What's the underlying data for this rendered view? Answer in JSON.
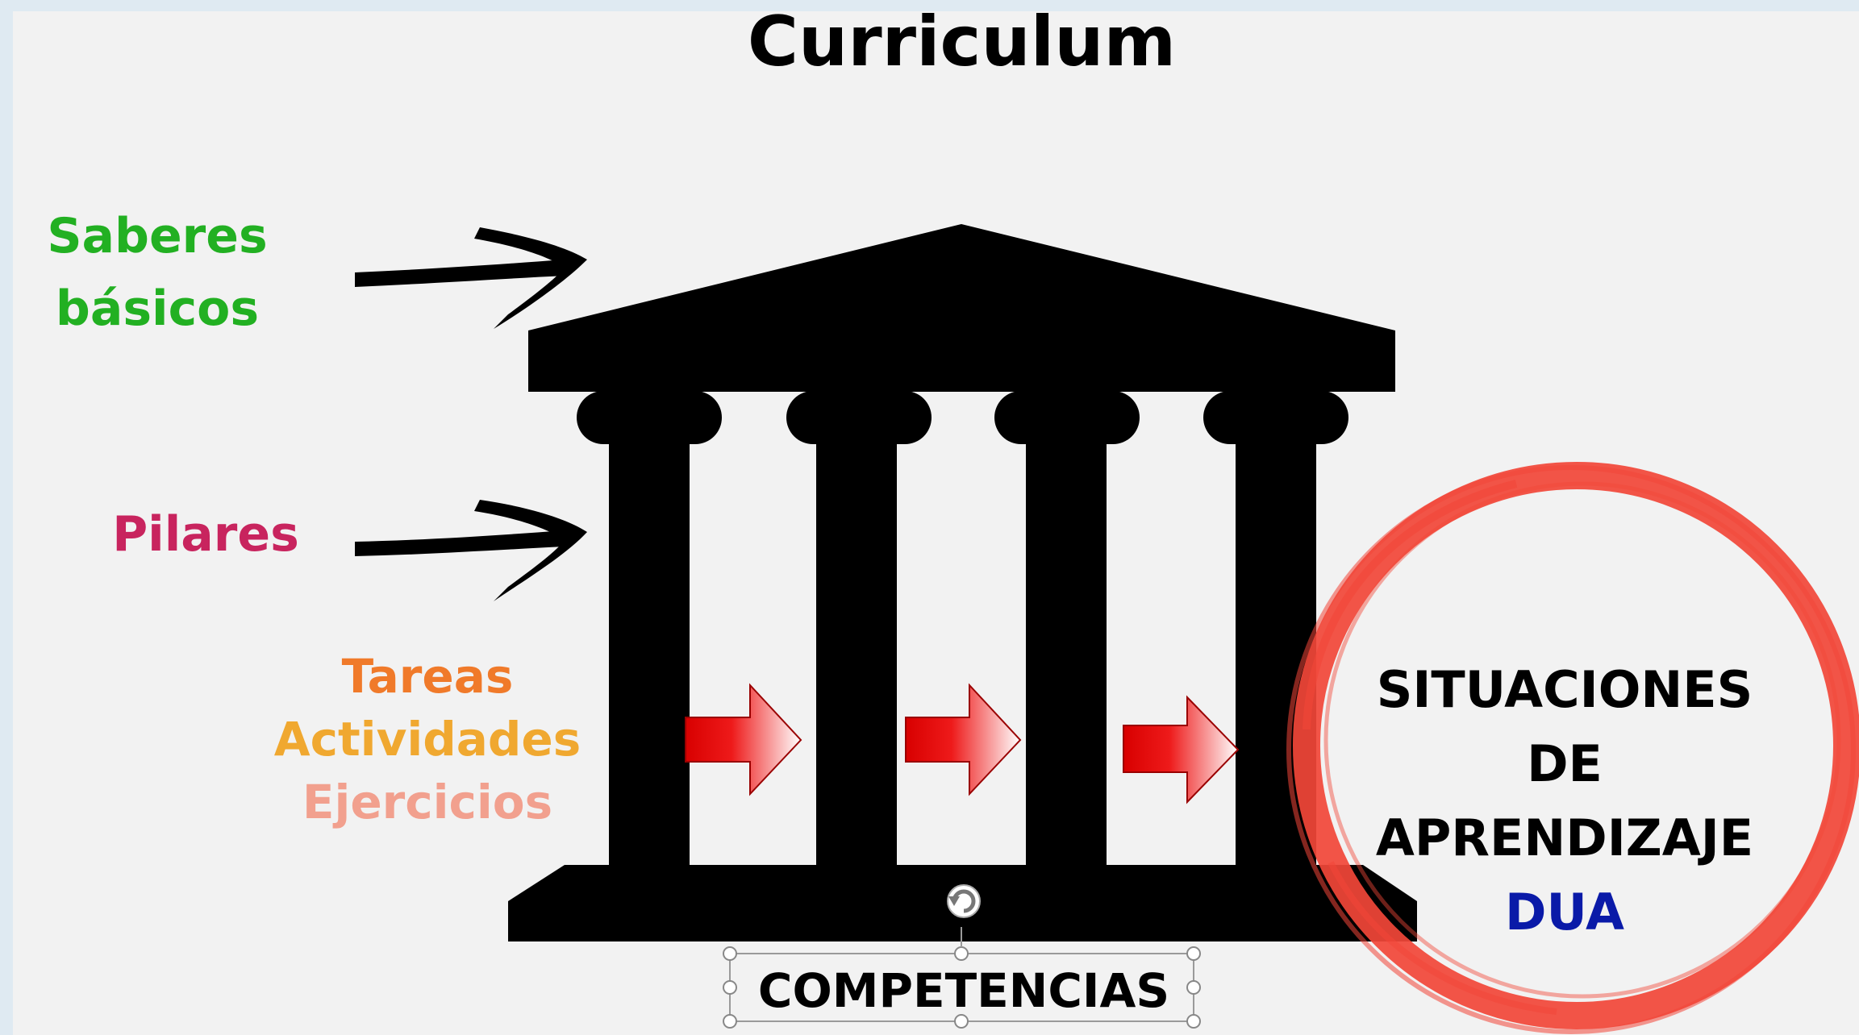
{
  "title": "Curriculum",
  "saberes": {
    "line1": "Saberes",
    "line2": "básicos",
    "color": "#22b022"
  },
  "pilares": {
    "text": "Pilares",
    "color": "#c8245e"
  },
  "tareas": {
    "items": [
      {
        "text": "Tareas",
        "color": "#f07a2a"
      },
      {
        "text": "Actividades",
        "color": "#f0a830"
      },
      {
        "text": "Ejercicios",
        "color": "#f2a08e"
      }
    ]
  },
  "situaciones": {
    "line1": "SITUACIONES",
    "line2": "DE",
    "line3": "APRENDIZAJE",
    "line4": "DUA",
    "line4_color": "#0a1aa8",
    "ring_color": "#f24638"
  },
  "competencias": "COMPETENCIAS",
  "colors": {
    "slide_bg": "#f2f2f2",
    "temple": "#000000",
    "arrow_red": "#e01010"
  }
}
